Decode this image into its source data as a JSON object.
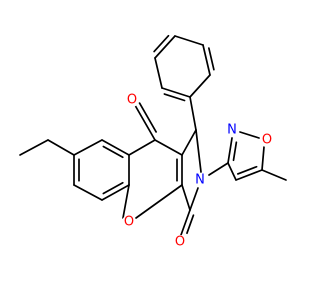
{
  "colors": {
    "bond": "#000000",
    "oxygen": "#ff0000",
    "nitrogen": "#0000ff",
    "background": "#ffffff"
  },
  "atom_labels": {
    "ketone_o": "O",
    "lactam_o": "O",
    "ring_o": "O",
    "lactam_n": "N",
    "isoxazole_n": "N",
    "isoxazole_o": "O"
  }
}
